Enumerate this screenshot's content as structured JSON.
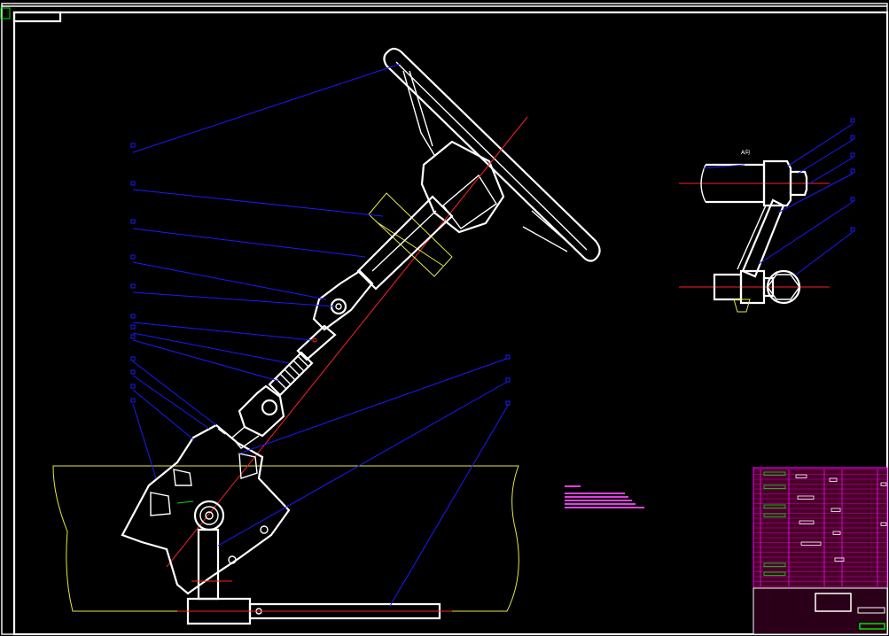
{
  "drawing": {
    "detail_view_label": "A向",
    "colors": {
      "background": "#000000",
      "geometry": "#ffffff",
      "leader_lines": "#1a1aff",
      "center_lines": "#ff2020",
      "section_outline": "#e8e840",
      "title_block": "#ff00ff",
      "title_block_fill": "#5a0030",
      "highlight": "#00e000"
    },
    "parts": [
      {
        "name": "steering-wheel-rim"
      },
      {
        "name": "steering-wheel-spokes"
      },
      {
        "name": "steering-column-tube"
      },
      {
        "name": "upper-universal-joint"
      },
      {
        "name": "intermediate-shaft"
      },
      {
        "name": "rubber-bellows-boot"
      },
      {
        "name": "lower-universal-joint"
      },
      {
        "name": "steering-gear-box"
      },
      {
        "name": "pitman-arm"
      },
      {
        "name": "drag-link"
      }
    ]
  }
}
